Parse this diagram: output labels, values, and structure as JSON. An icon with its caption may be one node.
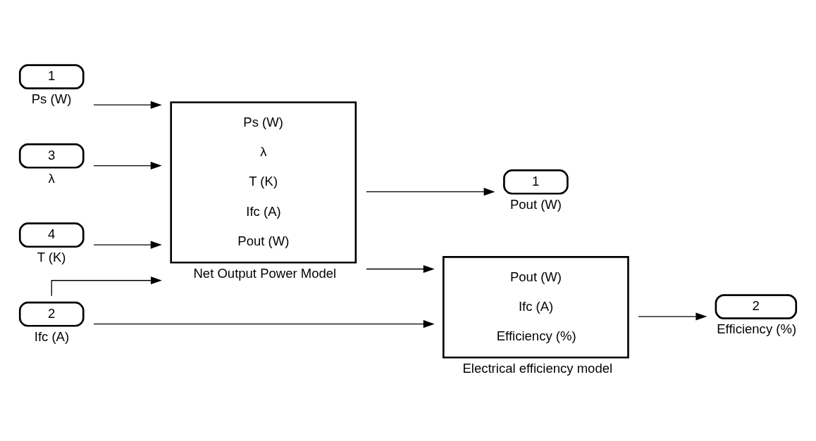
{
  "diagram": {
    "nodes": [
      {
        "text": [
          "1"
        ],
        "beside": [
          "Ps (W)"
        ]
      },
      {
        "text": [
          "3"
        ],
        "beside": [
          "λ"
        ]
      },
      {
        "text": [
          "4"
        ],
        "beside": [
          "T (K)"
        ]
      },
      {
        "text": [
          "2"
        ],
        "beside": [
          "Ifc (A)"
        ]
      },
      {
        "text": [
          "Ps (W)",
          "λ",
          "T (K)",
          "Ifc (A)",
          "Pout (W)"
        ],
        "beside": [
          "Net Output Power Model"
        ]
      },
      {
        "text": [
          "Pout (W)",
          "Ifc (A)",
          "Efficiency (%)"
        ],
        "beside": [
          "Electrical efficiency model"
        ]
      },
      {
        "text": [
          "1"
        ],
        "beside": [
          "Pout (W)"
        ]
      },
      {
        "text": [
          "2"
        ],
        "beside": [
          "Efficiency (%)"
        ]
      }
    ],
    "edges": [
      {
        "from": 0,
        "to": 4,
        "arrow": "to"
      },
      {
        "from": 1,
        "to": 4,
        "arrow": "to"
      },
      {
        "from": 2,
        "to": 4,
        "arrow": "to"
      },
      {
        "from": 3,
        "to": 4,
        "arrow": "to"
      },
      {
        "from": 3,
        "to": 5,
        "arrow": "to"
      },
      {
        "from": 4,
        "to": 6,
        "arrow": "to"
      },
      {
        "from": 4,
        "to": 5,
        "arrow": "to"
      },
      {
        "from": 5,
        "to": 7,
        "arrow": "to"
      }
    ]
  }
}
